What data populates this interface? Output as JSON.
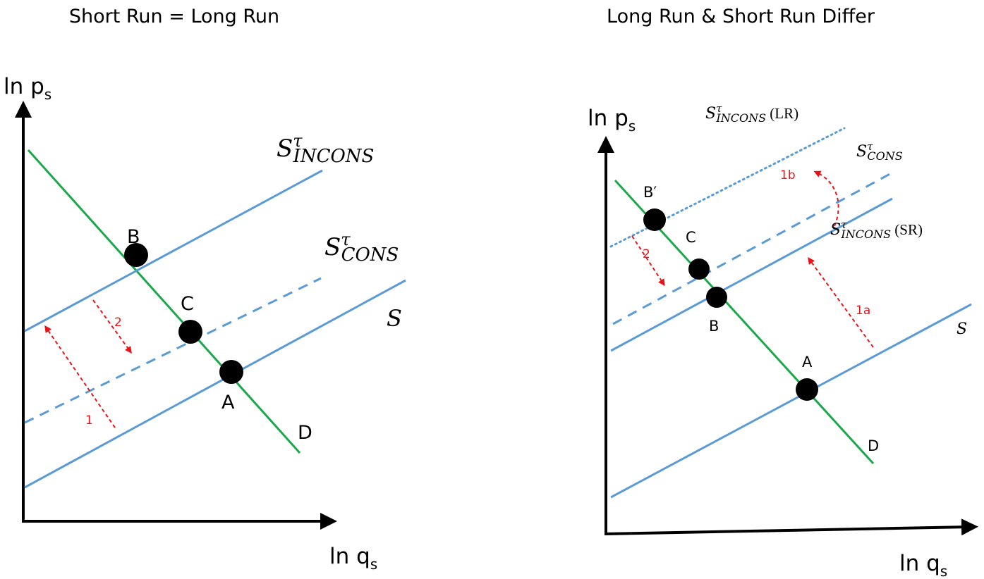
{
  "colors": {
    "demand": "#1aa84a",
    "supply": "#5b9bd5",
    "arrow": "#e8141a",
    "axis": "#000000",
    "point": "#000000"
  },
  "left": {
    "title": "Short Run = Long Run",
    "y_axis": {
      "main": "ln p",
      "sub": "s"
    },
    "x_axis": {
      "main": "ln q",
      "sub": "s"
    },
    "curves": {
      "inconsistent": {
        "base": "S",
        "sup": "τ",
        "sub": "INCONS"
      },
      "consistent": {
        "base": "S",
        "sup": "τ",
        "sub": "CONS"
      },
      "supply": "S",
      "demand": "D"
    },
    "points": {
      "a": "A",
      "b": "B",
      "c": "C"
    },
    "arrows": {
      "first": "1",
      "second": "2"
    }
  },
  "right": {
    "title": "Long Run & Short Run Differ",
    "y_axis": {
      "main": "ln p",
      "sub": "s"
    },
    "x_axis": {
      "main": "ln q",
      "sub": "s"
    },
    "curves": {
      "inconsistent_lr": {
        "base": "S",
        "sup": "τ",
        "sub": "INCONS",
        "suffix": " (LR)"
      },
      "consistent": {
        "base": "S",
        "sup": "τ",
        "sub": "CONS"
      },
      "inconsistent_sr": {
        "base": "S",
        "sup": "τ",
        "sub": "INCONS",
        "suffix": " (SR)"
      },
      "supply": "S",
      "demand": "D"
    },
    "points": {
      "a": "A",
      "b": "B",
      "b_prime": "B′",
      "c": "C"
    },
    "arrows": {
      "first_a": "1a",
      "first_b": "1b",
      "second": "2"
    }
  }
}
